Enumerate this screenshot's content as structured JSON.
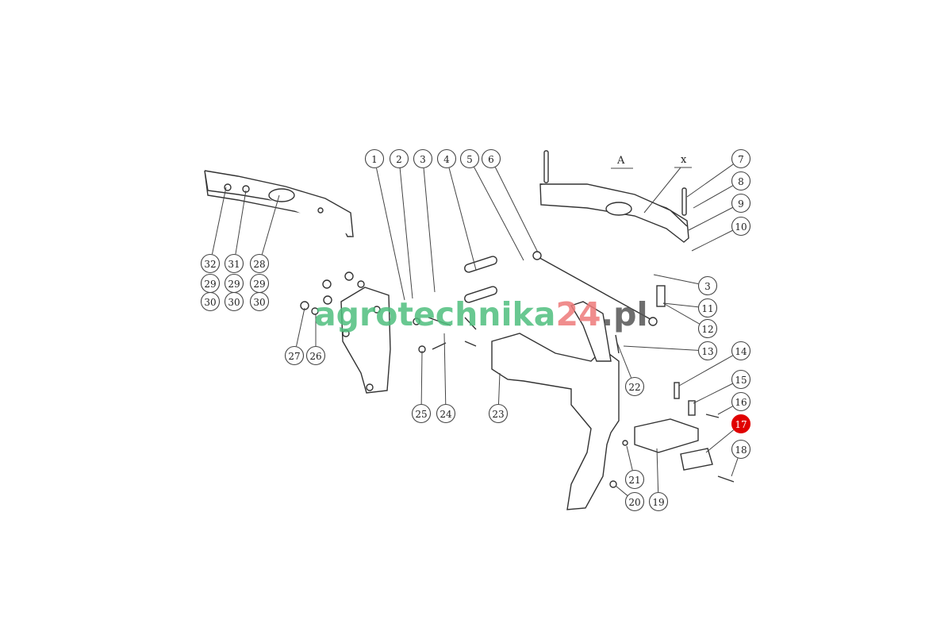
{
  "diagram": {
    "view_label": "A",
    "detail_label": "x",
    "callouts": [
      "1",
      "2",
      "3",
      "4",
      "5",
      "6",
      "7",
      "8",
      "9",
      "10",
      "3",
      "11",
      "12",
      "13",
      "14",
      "15",
      "16",
      "17",
      "18",
      "22",
      "21",
      "20",
      "19",
      "32",
      "31",
      "28",
      "29",
      "29",
      "29",
      "30",
      "30",
      "30",
      "27",
      "26",
      "25",
      "24",
      "23"
    ],
    "highlighted_callout": "17",
    "highlight_color": "#e00000"
  },
  "watermark": {
    "part1": "agrotechnika",
    "part2": "24",
    "part3": ".pl"
  }
}
